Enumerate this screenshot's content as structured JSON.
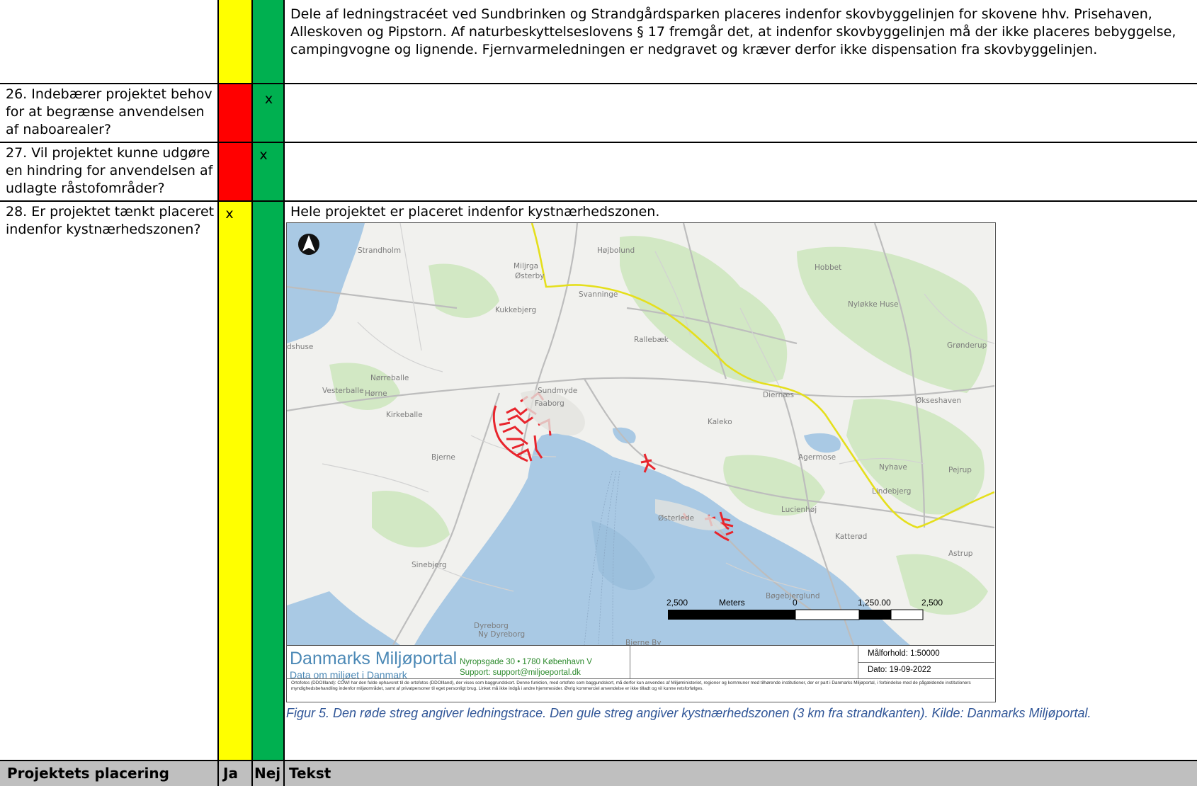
{
  "rows": {
    "row25": {
      "text": "Dele af ledningstracéet ved Sundbrinken og Strandgårdsparken placeres indenfor skovbyggelinjen for skovene hhv. Prisehaven, Alleskoven og Pipstorn. Af naturbeskyttelseslovens § 17 fremgår det, at indenfor skovbyggelinjen må der ikke placeres bebyggelse, campingvogne og lignende. Fjernvarmeledningen er nedgravet og kræver derfor ikke dispensation fra skovbyggelinjen."
    },
    "row26": {
      "question": "26. Indebærer projektet behov for at begrænse anvendelsen af naboarealer?",
      "nej_mark": "x"
    },
    "row27": {
      "question": "27. Vil projektet kunne udgøre en hindring for anvendelsen af udlagte råstofområder?",
      "nej_mark": "x"
    },
    "row28": {
      "question": "28. Er projektet tænkt placeret indenfor kystnærhedszonen?",
      "ja_mark": "x",
      "text": "Hele projektet er placeret indenfor kystnærhedszonen."
    }
  },
  "map": {
    "places": [
      "Strandholm",
      "Miljrga",
      "Østerby",
      "Højbolund",
      "Hobbet",
      "Svanninge",
      "Kukkebjerg",
      "Nyløkke Huse",
      "Rallebæk",
      "Grønderup",
      "dshuse",
      "Nørreballe",
      "Vesterballe",
      "Hørne",
      "Kirkeballe",
      "Sundmyde",
      "Faaborg",
      "Diernæs",
      "Økseshaven",
      "Kaleko",
      "Bjerne",
      "Agermose",
      "Nyhave",
      "Pejrup",
      "Lindebjerg",
      "Lucienhøj",
      "Østerlede",
      "Katterød",
      "Astrup",
      "Sinebjerg",
      "Bøgebjerglund",
      "Dyreborg",
      "Ny Dyreborg",
      "Bjerne By"
    ],
    "scale_labels": [
      "2,500",
      "Meters",
      "0",
      "1,250.00",
      "2,500"
    ],
    "brand": "Danmarks Miljøportal",
    "brand_sub": "Data om miljøet i Danmark",
    "address": "Nyropsgade 30 • 1780 København V",
    "support": "Support: support@miljoeportal.dk",
    "scale_ratio": "Målforhold: 1:50000",
    "date": "Dato:  19-09-2022",
    "disclaimer": "Ortofotos (DDOIlland): COWI har den fulde ophavsret til de ortofotos (DDOIlland), der vises som baggrundskort. Denne funktion, med ortofoto som baggundskort, må derfor kun anvendes af Miljøministeriet, regioner og kommuner med tilhørende institutioner, der er part i Danmarks Miljøportal, i forbindelse med de pågældende institutioners myndighedsbehandling indenfor miljøområdet, samt af privatpersoner til eget personligt brug. Linket må ikke indgå i andre hjemmesider. Øvrig kommerciel anvendelse er ikke tilladt og vil kunne retsforfølges.",
    "colors": {
      "pipeline": "#e8252d",
      "coastal_zone": "#e5df1c",
      "water": "#a9c9e4",
      "forest": "#d2e8c4"
    }
  },
  "caption": "Figur 5.  Den røde streg angiver ledningstrace. Den gule streg angiver kystnærhedszonen (3 km fra strandkanten). Kilde: Danmarks Miljøportal.",
  "footer": {
    "col1": "Projektets placering",
    "col2": "Ja",
    "col3": "Nej",
    "col4": "Tekst"
  },
  "colors": {
    "ja": "#ffff00",
    "nej": "#00b050",
    "red": "#ff0000",
    "footer_bg": "#bfbfbf",
    "caption": "#2f5597"
  }
}
